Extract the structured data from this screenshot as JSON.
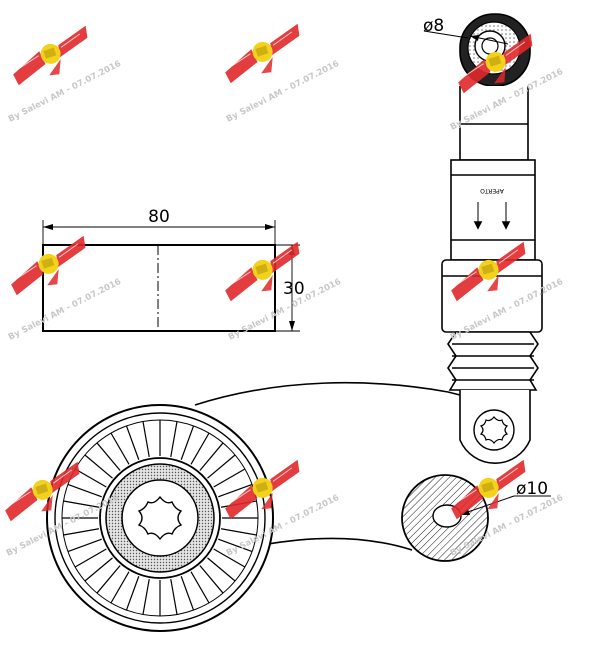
{
  "dimensions": {
    "width_label": "80",
    "height_label": "30",
    "bore_top_label": "ø8",
    "bore_bottom_label": "ø10"
  },
  "tensioner": {
    "marking": "APERTO"
  },
  "watermark": {
    "text": "By Salevi AM - 07.07.2016",
    "wing_color": "#e0282a",
    "badge_color": "#f2d21b"
  }
}
